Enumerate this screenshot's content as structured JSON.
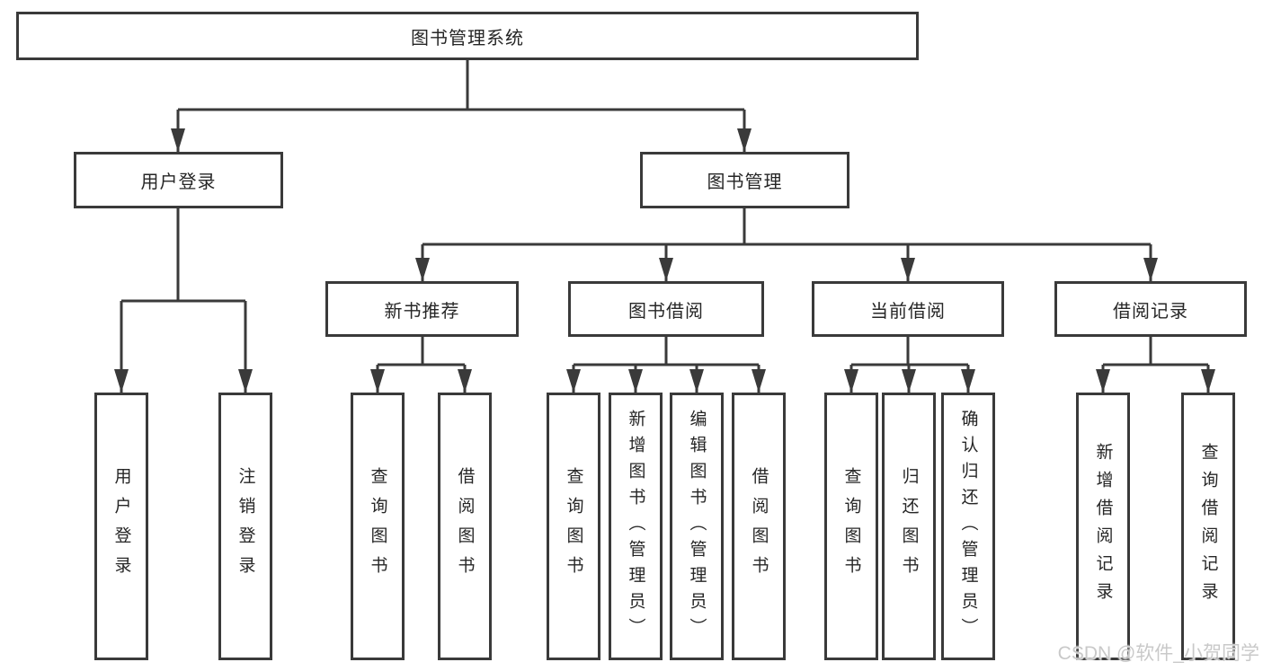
{
  "diagram": {
    "root": {
      "label": "图书管理系统"
    },
    "branches": [
      {
        "label": "用户登录",
        "children": [
          {
            "label": "用户登录"
          },
          {
            "label": "注销登录"
          }
        ]
      },
      {
        "label": "图书管理",
        "children": [
          {
            "label": "新书推荐",
            "children": [
              {
                "label": "查询图书"
              },
              {
                "label": "借阅图书"
              }
            ]
          },
          {
            "label": "图书借阅",
            "children": [
              {
                "label": "查询图书"
              },
              {
                "label": "新增图书（管理员）"
              },
              {
                "label": "编辑图书（管理员）"
              },
              {
                "label": "借阅图书"
              }
            ]
          },
          {
            "label": "当前借阅",
            "children": [
              {
                "label": "查询图书"
              },
              {
                "label": "归还图书"
              },
              {
                "label": "确认归还（管理员）"
              }
            ]
          },
          {
            "label": "借阅记录",
            "children": [
              {
                "label": "新增借阅记录"
              },
              {
                "label": "查询借阅记录"
              }
            ]
          }
        ]
      }
    ]
  },
  "watermark": "CSDN @软件_小贺同学",
  "colors": {
    "line": "#3a3a3a",
    "text": "#262626",
    "background": "#ffffff",
    "watermark": "#c9c9c9"
  }
}
